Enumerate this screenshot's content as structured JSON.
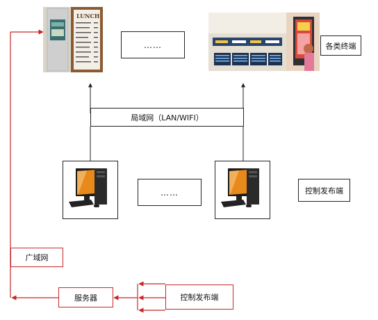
{
  "terminals": {
    "dots_label": "……",
    "label": "各类终端"
  },
  "lan": {
    "label": "局域网（LAN/WIFI）"
  },
  "controllers": {
    "dots_label": "……",
    "label": "控制发布端"
  },
  "wan": {
    "label": "广域网"
  },
  "server": {
    "label": "服务器"
  },
  "publisher": {
    "label": "控制发布端"
  },
  "menu_board": {
    "title": "LUNCH"
  },
  "colors": {
    "red_line": "#c62828",
    "black_line": "#222222",
    "monitor_orange": "#e8891b"
  }
}
